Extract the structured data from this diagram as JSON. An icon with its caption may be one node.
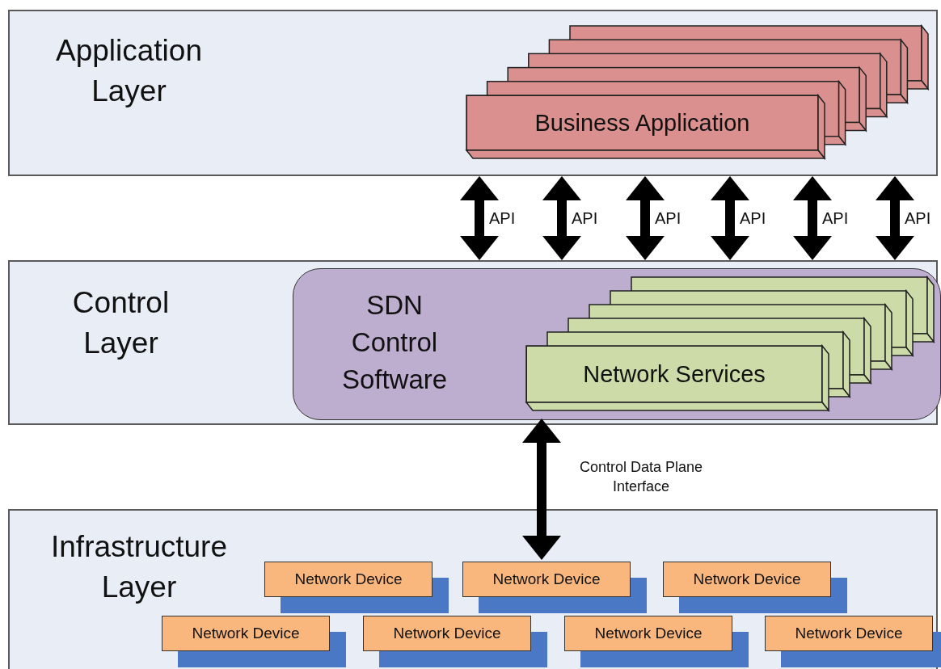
{
  "diagram": {
    "nodes": [
      {
        "text": [
          "Application Layer"
        ]
      },
      {
        "text": [
          "Business Application"
        ],
        "in": 0
      },
      {
        "text": [
          "Control Layer"
        ]
      },
      {
        "text": [
          "SDN Control Software"
        ],
        "in": 2
      },
      {
        "text": [
          "Network Services"
        ],
        "in": 3
      },
      {
        "text": [
          "Infrastructure Layer"
        ]
      },
      {
        "text": [
          "Network Device"
        ],
        "in": 5
      },
      {
        "text": [
          "Network Device"
        ],
        "in": 5
      },
      {
        "text": [
          "Network Device"
        ],
        "in": 5
      },
      {
        "text": [
          "Network Device"
        ],
        "in": 5
      },
      {
        "text": [
          "Network Device"
        ],
        "in": 5
      },
      {
        "text": [
          "Network Device"
        ],
        "in": 5
      },
      {
        "text": [
          "Network Device"
        ],
        "in": 5
      }
    ],
    "edges": [
      {
        "from": 0,
        "to": 2,
        "arrow": "both",
        "label": "API"
      },
      {
        "from": 0,
        "to": 2,
        "arrow": "both",
        "label": "API"
      },
      {
        "from": 0,
        "to": 2,
        "arrow": "both",
        "label": "API"
      },
      {
        "from": 0,
        "to": 2,
        "arrow": "both",
        "label": "API"
      },
      {
        "from": 0,
        "to": 2,
        "arrow": "both",
        "label": "API"
      },
      {
        "from": 0,
        "to": 2,
        "arrow": "both",
        "label": "API"
      },
      {
        "from": 3,
        "to": 7,
        "arrow": "both",
        "label": "Control Data Plane Interface"
      }
    ]
  }
}
